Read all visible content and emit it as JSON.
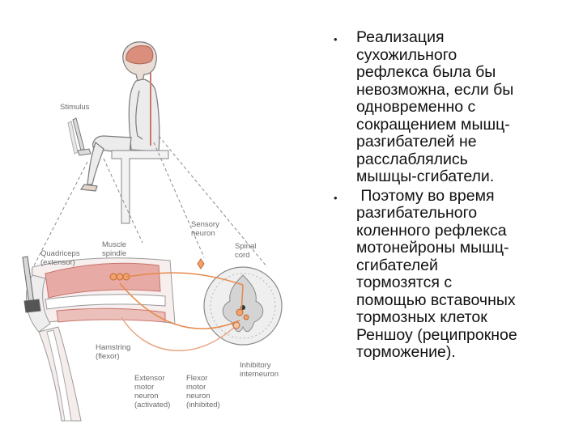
{
  "figure": {
    "labels": {
      "stimulus": "Stimulus",
      "sensory_neuron": [
        "Sensory",
        "neuron"
      ],
      "spinal_cord": [
        "Spinal",
        "cord"
      ],
      "quadriceps": [
        "Quadriceps",
        "(extensor)"
      ],
      "muscle_spindle": [
        "Muscle",
        "spindle"
      ],
      "hamstring": [
        "Hamstring",
        "(flexor)"
      ],
      "inhibitory_interneuron": [
        "Inhibitory",
        "interneuron"
      ],
      "extensor_motor_neuron": [
        "Extensor",
        "motor",
        "neuron",
        "(activated)"
      ],
      "flexor_motor_neuron": [
        "Flexor",
        "motor",
        "neuron",
        "(inhibited)"
      ]
    }
  },
  "bullets": [
    {
      "marker": "•",
      "lines": [
        "Реализация",
        "сухожильного",
        "рефлекса была бы",
        "невозможна, если бы",
        "одновременно с",
        "сокращением мышц-",
        "разгибателей не",
        "расслаблялись",
        "мышцы-сгибатели."
      ]
    },
    {
      "marker": "•",
      "lines": [
        " Поэтому во время",
        "разгибательного",
        "коленного рефлекса",
        "мотонейроны мышц-",
        "сгибателей",
        "тормозятся с",
        "помощью вставочных",
        "тормозных клеток",
        "Реншоу (реципрокное",
        "торможение)."
      ]
    }
  ]
}
